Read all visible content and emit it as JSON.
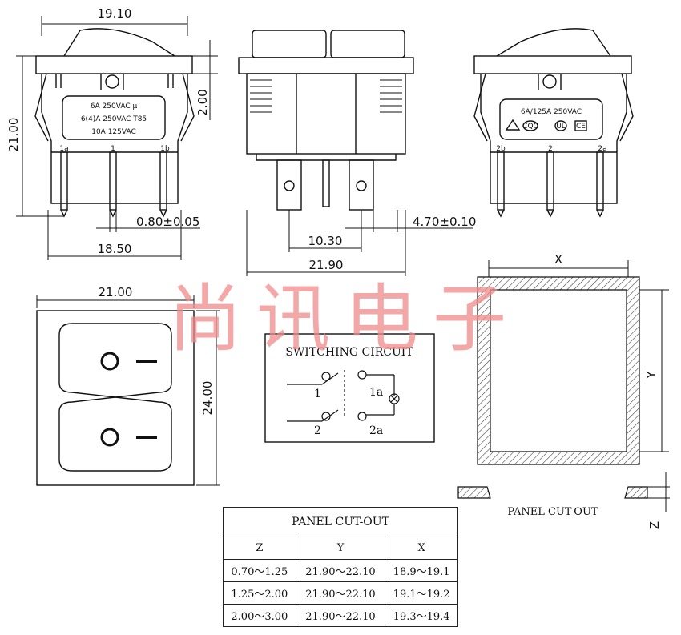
{
  "side_view_left": {
    "width_dim": "19.10",
    "height_dim": "21.00",
    "step_dim": "2.00",
    "pin_dim": "0.80±0.05",
    "pin_span_dim": "18.50",
    "label_lines": [
      "6A 250VAC μ",
      "6(4)A 250VAC T85",
      "10A 125VAC"
    ],
    "pins": [
      "1a",
      "1",
      "1b"
    ]
  },
  "front_view": {
    "terminal_dim": "4.70±0.10",
    "pitch_dim": "10.30",
    "width_dim": "21.90"
  },
  "side_view_right": {
    "label_line": "6A/125A 250VAC",
    "pins": [
      "2b",
      "2",
      "2a"
    ],
    "marks": [
      "CQC",
      "UL",
      "CE"
    ]
  },
  "top_view": {
    "width_dim": "21.00",
    "height_dim": "24.00"
  },
  "switching_circuit": {
    "title": "SWITCHING CIRCUIT",
    "terminals": [
      "1",
      "1a",
      "2",
      "2a"
    ]
  },
  "panel_cutout": {
    "x_label": "X",
    "y_label": "Y",
    "z_label": "Z",
    "caption": "PANEL CUT-OUT"
  },
  "cutout_table": {
    "title": "PANEL CUT-OUT",
    "headers": [
      "Z",
      "Y",
      "X"
    ],
    "rows": [
      [
        "0.70～1.25",
        "21.90～22.10",
        "18.9～19.1"
      ],
      [
        "1.25～2.00",
        "21.90～22.10",
        "19.1～19.2"
      ],
      [
        "2.00～3.00",
        "21.90～22.10",
        "19.3～19.4"
      ]
    ]
  },
  "watermark": "尚讯电子"
}
